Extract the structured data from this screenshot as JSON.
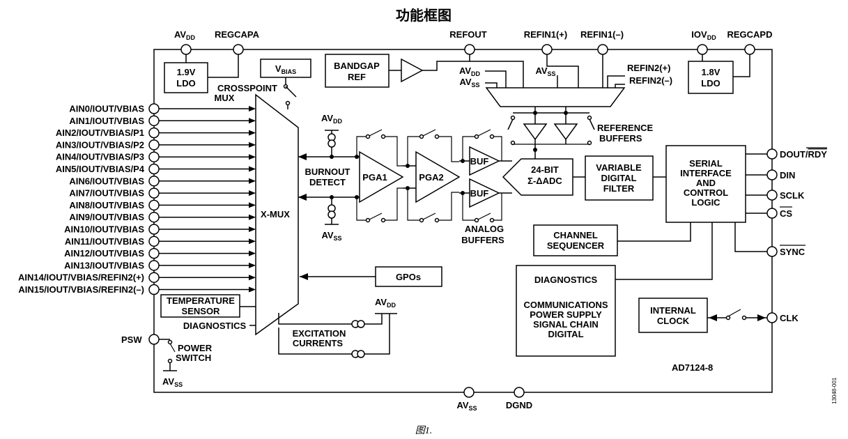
{
  "title": "功能框图",
  "caption": "图1.",
  "side_code": "13048-001",
  "part_number": "AD7124-8",
  "top_pins": {
    "avdd": {
      "main": "AV",
      "sub": "DD"
    },
    "regcapa": "REGCAPA",
    "refout": "REFOUT",
    "refin1p": "REFIN1(+)",
    "refin1m": "REFIN1(–)",
    "iovdd": {
      "main": "IOV",
      "sub": "DD"
    },
    "regcapd": "REGCAPD"
  },
  "bottom_pins": {
    "avss": {
      "main": "AV",
      "sub": "SS"
    },
    "dgnd": "DGND"
  },
  "ldo1": [
    "1.9V",
    "LDO"
  ],
  "ldo2": [
    "1.8V",
    "LDO"
  ],
  "vbias": {
    "main": "V",
    "sub": "BIAS"
  },
  "crosspoint": [
    "CROSSPOINT",
    "MUX"
  ],
  "bandgap": [
    "BANDGAP",
    "REF"
  ],
  "ref_mux_labels": {
    "avdd": {
      "main": "AV",
      "sub": "DD"
    },
    "avss1": {
      "main": "AV",
      "sub": "SS"
    },
    "avss2": {
      "main": "AV",
      "sub": "SS"
    },
    "refin2p": "REFIN2(+)",
    "refin2m": "REFIN2(–)"
  },
  "reference_buffers": [
    "REFERENCE",
    "BUFFERS"
  ],
  "analog_inputs": [
    "AIN0/IOUT/VBIAS",
    "AIN1/IOUT/VBIAS",
    "AIN2/IOUT/VBIAS/P1",
    "AIN3/IOUT/VBIAS/P2",
    "AIN4/IOUT/VBIAS/P3",
    "AIN5/IOUT/VBIAS/P4",
    "AIN6/IOUT/VBIAS",
    "AIN7/IOUT/VBIAS",
    "AIN8/IOUT/VBIAS",
    "AIN9/IOUT/VBIAS",
    "AIN10/IOUT/VBIAS",
    "AIN11/IOUT/VBIAS",
    "AIN12/IOUT/VBIAS",
    "AIN13/IOUT/VBIAS",
    "AIN14/IOUT/VBIAS/REFIN2(+)",
    "AIN15/IOUT/VBIAS/REFIN2(–)"
  ],
  "xmux": "X-MUX",
  "burnout": [
    "BURNOUT",
    "DETECT"
  ],
  "burnout_avdd": {
    "main": "AV",
    "sub": "DD"
  },
  "burnout_avss": {
    "main": "AV",
    "sub": "SS"
  },
  "pga1": "PGA1",
  "pga2": "PGA2",
  "buf_top": "BUF",
  "buf_bottom": "BUF",
  "analog_buffers": [
    "ANALOG",
    "BUFFERS"
  ],
  "adc": [
    "24-BIT",
    "Σ-ΔADC"
  ],
  "filter": [
    "VARIABLE",
    "DIGITAL",
    "FILTER"
  ],
  "serial": [
    "SERIAL",
    "INTERFACE",
    "AND",
    "CONTROL",
    "LOGIC"
  ],
  "right_pins": {
    "dout": "DOUT/",
    "rdy": "RDY",
    "din": "DIN",
    "sclk": "SCLK",
    "cs": "CS",
    "sync": "SYNC",
    "clk": "CLK"
  },
  "channel_sequencer": [
    "CHANNEL",
    "SEQUENCER"
  ],
  "gpos": "GPOs",
  "diagnostics_box": [
    "DIAGNOSTICS",
    "COMMUNICATIONS",
    "POWER SUPPLY",
    "SIGNAL CHAIN",
    "DIGITAL"
  ],
  "internal_clock": [
    "INTERNAL",
    "CLOCK"
  ],
  "temp_sensor": [
    "TEMPERATURE",
    "SENSOR"
  ],
  "diagnostics_label": "DIAGNOSTICS",
  "excitation": [
    "EXCITATION",
    "CURRENTS"
  ],
  "excitation_avdd": {
    "main": "AV",
    "sub": "DD"
  },
  "psw": "PSW",
  "power_switch": [
    "POWER",
    "SWITCH"
  ],
  "psw_avss": {
    "main": "AV",
    "sub": "SS"
  }
}
